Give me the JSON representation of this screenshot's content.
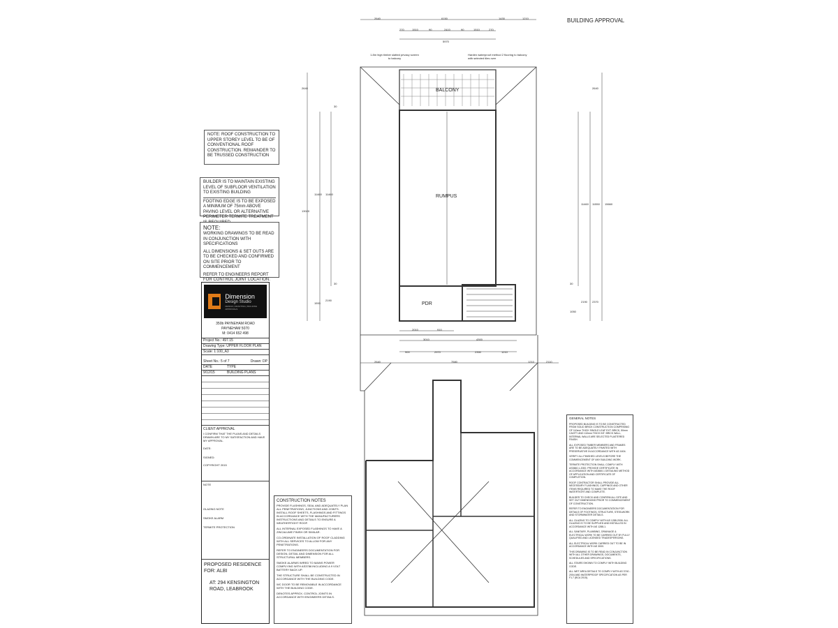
{
  "header": {
    "approval": "BUILDING APPROVAL"
  },
  "top_dims": {
    "row1": [
      "2640",
      "6150",
      "1430",
      "1210"
    ],
    "row2": [
      "270",
      "1510",
      "90",
      "2410",
      "90",
      "1510",
      "270"
    ],
    "row3": "5970"
  },
  "annotations": {
    "screen": "1.8m high timber slatted privacy screen to balcony",
    "waterproof": "Harden waterproof method 2 flooring to balcony with selected tiles over"
  },
  "rooms": {
    "balcony": "BALCONY",
    "rumpus": "RUMPUS",
    "pdr": "PDR"
  },
  "left_dims": [
    "2640",
    "13020",
    "11460",
    "11460",
    "1593",
    "2190",
    "30",
    "30"
  ],
  "right_dims": [
    "2640",
    "15660",
    "11550",
    "11460",
    "2370",
    "2190",
    "1050",
    "30"
  ],
  "bottom_dims": {
    "row1": [
      "2010",
      "910"
    ],
    "row2": [
      "3010",
      "4300"
    ],
    "row3": [
      "900",
      "2970",
      "2350",
      "1210"
    ],
    "row4": [
      "2640",
      "7580",
      "1210",
      "2110"
    ]
  },
  "notes": {
    "roof": "NOTE: ROOF CONSTRUCTION TO UPPER STOREY LEVEL TO BE OF CONVENTIONAL ROOF CONSTRUCTION. REMAINDER TO BE TRUSSED CONSTRUCTION",
    "builder1": "BUILDER IS TO MAINTAIN EXISTING LEVEL OF SUBFLOOR VENTILATION TO EXISTING BUILDING",
    "builder2": "FOOTING EDGE IS TO BE EXPOSED A MINIMUM OF 75mm ABOVE PAVING LEVEL OR ALTERNATIVE PERIMETER TERMITE TREATMENT IS REQUIRED",
    "note_title": "NOTE:",
    "note1": "WORKING DRAWINGS TO BE READ IN CONJUNCTION WITH SPECIFICATIONS",
    "note2": "ALL DIMENSIONS & SET OUTS ARE TO BE CHECKED AND CONFIRMED ON SITE PRIOR TO COMMENCEMENT",
    "note3": "REFER TO ENGINEERS REPORT FOR CONTROL JOINT LOCATION."
  },
  "title_block": {
    "company1": "Dimension",
    "company2": "Design Studio",
    "tagline": "DESIGN | DRAFTING | BUILDING APPROVALS",
    "address1": "350b PAYNEHAM ROAD",
    "address2": "PAYNEHAM 5070",
    "phone": "M: 0414 652 498",
    "project_no": "Project No.: 497.15",
    "drawing_type": "Drawing Type: UPPER FLOOR PLAN",
    "scale": "Scale: 1:100_A3",
    "sheet": "Sheet No.: 5 of 7",
    "drawn": "Drawn: DP",
    "date_h": "DATE",
    "type_h": "TYPE",
    "date_v": "9/12/15",
    "type_v": "BUILDING PLANS",
    "client_approval": "CLIENT APPROVAL",
    "client_text": "I CONFIRM THAT THE PLANS AND DETAILS DRAWN ARE TO MY SATISFACTION AND HAVE MY APPROVAL.",
    "date_label": "DATE:",
    "signed_label": "SIGNED:",
    "copyright": "COPYRIGHT 2015",
    "note_h": "NOTE",
    "glazing": "GLAZING NOTE",
    "smoke": "SMOKE ALARM",
    "termite": "TERMITE PROTECTION",
    "project_title1": "PROPOSED RESIDENCE",
    "project_title2": "FOR: ALBI",
    "site1": "AT: 294 KENSINGTON",
    "site2": "ROAD, LEABROOK"
  },
  "construction_notes": {
    "title": "CONSTRUCTION NOTES",
    "n1": "PROVIDE FLASHINGS, SEAL AND ADEQUATELY PLAN ALL PENETRATIONS, JUNCTIONS AND JOINTS. INSTALL ROOF SHEETS, FLASHINGS AND FITTINGS IN ACCORDANCE WITH THE MANUFACTURERS INSTRUCTIONS AND DETAILS TO ENSURE A WEATHERTIGHT ROOF.",
    "n2": "ALL INTERNAL EXPOSED FLASHINGS TO HAVE A ZINCALUME FINISH OR SIMILAR.",
    "n3": "CO-ORDINATE INSTALLATION OF ROOF CLADDING WITH ALL SERVICES TO ALLOW FOR ANY PENETRATIONS.",
    "n4": "REFER TO ENGINEERS DOCUMENTATION FOR DESIGN, DETAIL AND DIMENSION FOR ALL STRUCTURAL MEMBERS.",
    "n5": "SMOKE ALARMS WIRED TO MAINS POWER COMPLYING WITH AS3786 INCLUDING A 9 VOLT BATTERY BACK UP.",
    "n6": "THE STRUCTURE SHALL BE CONSTRUCTED IN ACCORDANCE WITH THE BUILDING CODE.",
    "n7": "WC DOOR TO BE REMOVABLE IN ACCORDANCE WITH THE BUILDING CODE.",
    "n8": "DENOTES APPROX. CONTROL JOINTS IN ACCORDANCE WITH ENGINEERS DETAILS."
  },
  "general_notes": {
    "title": "GENERAL NOTES",
    "n1": "PROPOSED BUILDING IS TO BE CONSTRUCTED FROM SOLID BRICK CONSTRUCTION COMPRISING OF 110mm THICK SINGLE LEAF EXT. BRICK, 50mm CAVITY AND 110mm THICK INT. BRICK WALL, INTERNAL WALLS ARE SELECTED PLASTERED FINISH.",
    "n2": "ALL EXPOSED TIMBER MEMBERS AND FRAMES ARE TO BE ADEQUATELY PAINTED WITH PRESERVATIVE IN ACCORDANCE WITH AS 1604.",
    "n3": "VERIFY ALL FINISHED LEVELS BEFORE THE COMMENCEMENT OF ANY BUILDING WORK.",
    "n4": "TERMITE PROTECTION SHALL COMPLY WITH AS3660.1-2000. PROVIDE CERTIFICATE IN ACCORDANCE WITH AS3660.1 DETAILING METHOD OF APPLICATION AND CERTIFICATE OF COMPLETION.",
    "n5": "ROOF CONTRACTOR SHALL PROVIDE ALL NECESSARY FLASHINGS, CAPPINGS AND OTHER ITEMS REQUIRED TO MAKE THE ROOF WATERTIGHT AND COMPLETE.",
    "n6": "BUILDER TO CHECK AND CONFIRM ALL SITE AND SET OUT DIMENSIONS PRIOR TO COMMENCEMENT OF CONSTRUCTION.",
    "n7": "REFER TO ENGINEERS DOCUMENTATION FOR DETAILS OF FOOTINGS, STRUCTURE, STEELWORK AND STORMWATER DETAILS.",
    "n8": "ALL GLAZING TO COMPLY WITH AS 1288-2006. ALL GLAZING IS TO BE SUPPLIED AND INSTALLED IN ACCORDANCE WITH AS 1288-1.",
    "n9": "ALL SANITARY, PLUMBING, DRAINAGE & ELECTRICAL WORK TO BE CARRIED OUT BY FULLY QUALIFIED AND LICENSED TRADESPERSONS.",
    "n10": "ALL ELECTRICAL WORK CARRIED OUT TO BE IN ACCORDANCE WITH AS 3000.",
    "n11": "THIS DRAWING IS TO BE READ IN CONJUNCTION WITH ALL OTHER DRAWINGS, DOCUMENTS, SCHEDULES AND SPECIFICATIONS.",
    "n12": "ALL STAIRS SHOWN TO COMPLY WITH BUILDING CODE.",
    "n13": "ALL WET AREA DETAILS TO COMPLY WITH AS 3740 - 2004 AND WATERPROOF SPECIFICATION AS PER F1.7 (BCA 2015)."
  }
}
